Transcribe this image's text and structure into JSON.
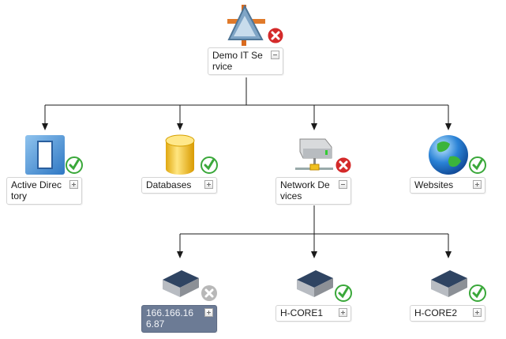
{
  "diagram": {
    "title": "Demo IT Service",
    "colors": {
      "status_error": "#d42a2a",
      "status_ok": "#3aa83a",
      "status_unknown": "#b8b8b8",
      "selected_fill": "#6c7b95",
      "connector": "#1a1a1a"
    },
    "nodes": [
      {
        "id": "demo-it-service",
        "label": "Demo IT Service",
        "icon": "service-icon",
        "status": "error",
        "toggle": "collapse",
        "selected": false
      },
      {
        "id": "active-directory",
        "label": "Active Directory",
        "icon": "directory-icon",
        "status": "ok",
        "toggle": "expand",
        "selected": false
      },
      {
        "id": "databases",
        "label": "Databases",
        "icon": "database-icon",
        "status": "ok",
        "toggle": "expand",
        "selected": false
      },
      {
        "id": "network-devices",
        "label": "Network Devices",
        "icon": "network-device-icon",
        "status": "error",
        "toggle": "collapse",
        "selected": false
      },
      {
        "id": "websites",
        "label": "Websites",
        "icon": "globe-icon",
        "status": "ok",
        "toggle": "expand",
        "selected": false
      },
      {
        "id": "device-166",
        "label": "166.166.166.87",
        "icon": "server-icon",
        "status": "unknown",
        "toggle": "expand",
        "selected": true
      },
      {
        "id": "h-core1",
        "label": "H-CORE1",
        "icon": "server-icon",
        "status": "ok",
        "toggle": "expand",
        "selected": false
      },
      {
        "id": "h-core2",
        "label": "H-CORE2",
        "icon": "server-icon",
        "status": "ok",
        "toggle": "expand",
        "selected": false
      }
    ],
    "edges": [
      {
        "from": "demo-it-service",
        "to": "active-directory"
      },
      {
        "from": "demo-it-service",
        "to": "databases"
      },
      {
        "from": "demo-it-service",
        "to": "network-devices"
      },
      {
        "from": "demo-it-service",
        "to": "websites"
      },
      {
        "from": "network-devices",
        "to": "device-166"
      },
      {
        "from": "network-devices",
        "to": "h-core1"
      },
      {
        "from": "network-devices",
        "to": "h-core2"
      }
    ]
  }
}
